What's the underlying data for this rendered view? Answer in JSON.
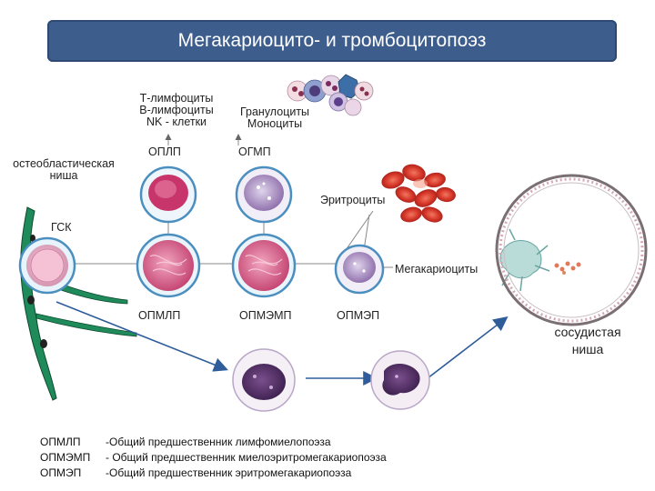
{
  "title": "Мегакариоцито- и тромбоцитопоэз",
  "labels": {
    "lymph_1": "Т-лимфоциты",
    "lymph_2": "В-лимфоциты",
    "lymph_3": "NK - клетки",
    "myelo_1": "Гранулоциты",
    "myelo_2": "Моноциты",
    "oplp": "ОПЛП",
    "ogmp": "ОГМП",
    "osteo_1": "остеобластическая",
    "osteo_2": "ниша",
    "erythro": "Эритроциты",
    "gsk": "ГСК",
    "mega": "Мегакариоциты",
    "opmlp": "ОПМЛП",
    "opmemp": "ОПМЭМП",
    "opmep": "ОПМЭП",
    "vasc_1": "сосудистая",
    "vasc_2": "ниша"
  },
  "legend": [
    {
      "abbr": "ОПМЛП",
      "text": "-Общий предшественник лимфомиелопоэза"
    },
    {
      "abbr": "ОПМЭМП",
      "text": "- Общий предшественник миелоэритромегакариопоэза"
    },
    {
      "abbr": "ОПМЭП",
      "text": "-Общий предшественник эритромегакариопоэза"
    }
  ],
  "colors": {
    "title_bg": "#3d5e8d",
    "arrow": "#2f5d9a",
    "cell_ring": "#4b8fc0",
    "stromal": "#1f8a5a"
  }
}
